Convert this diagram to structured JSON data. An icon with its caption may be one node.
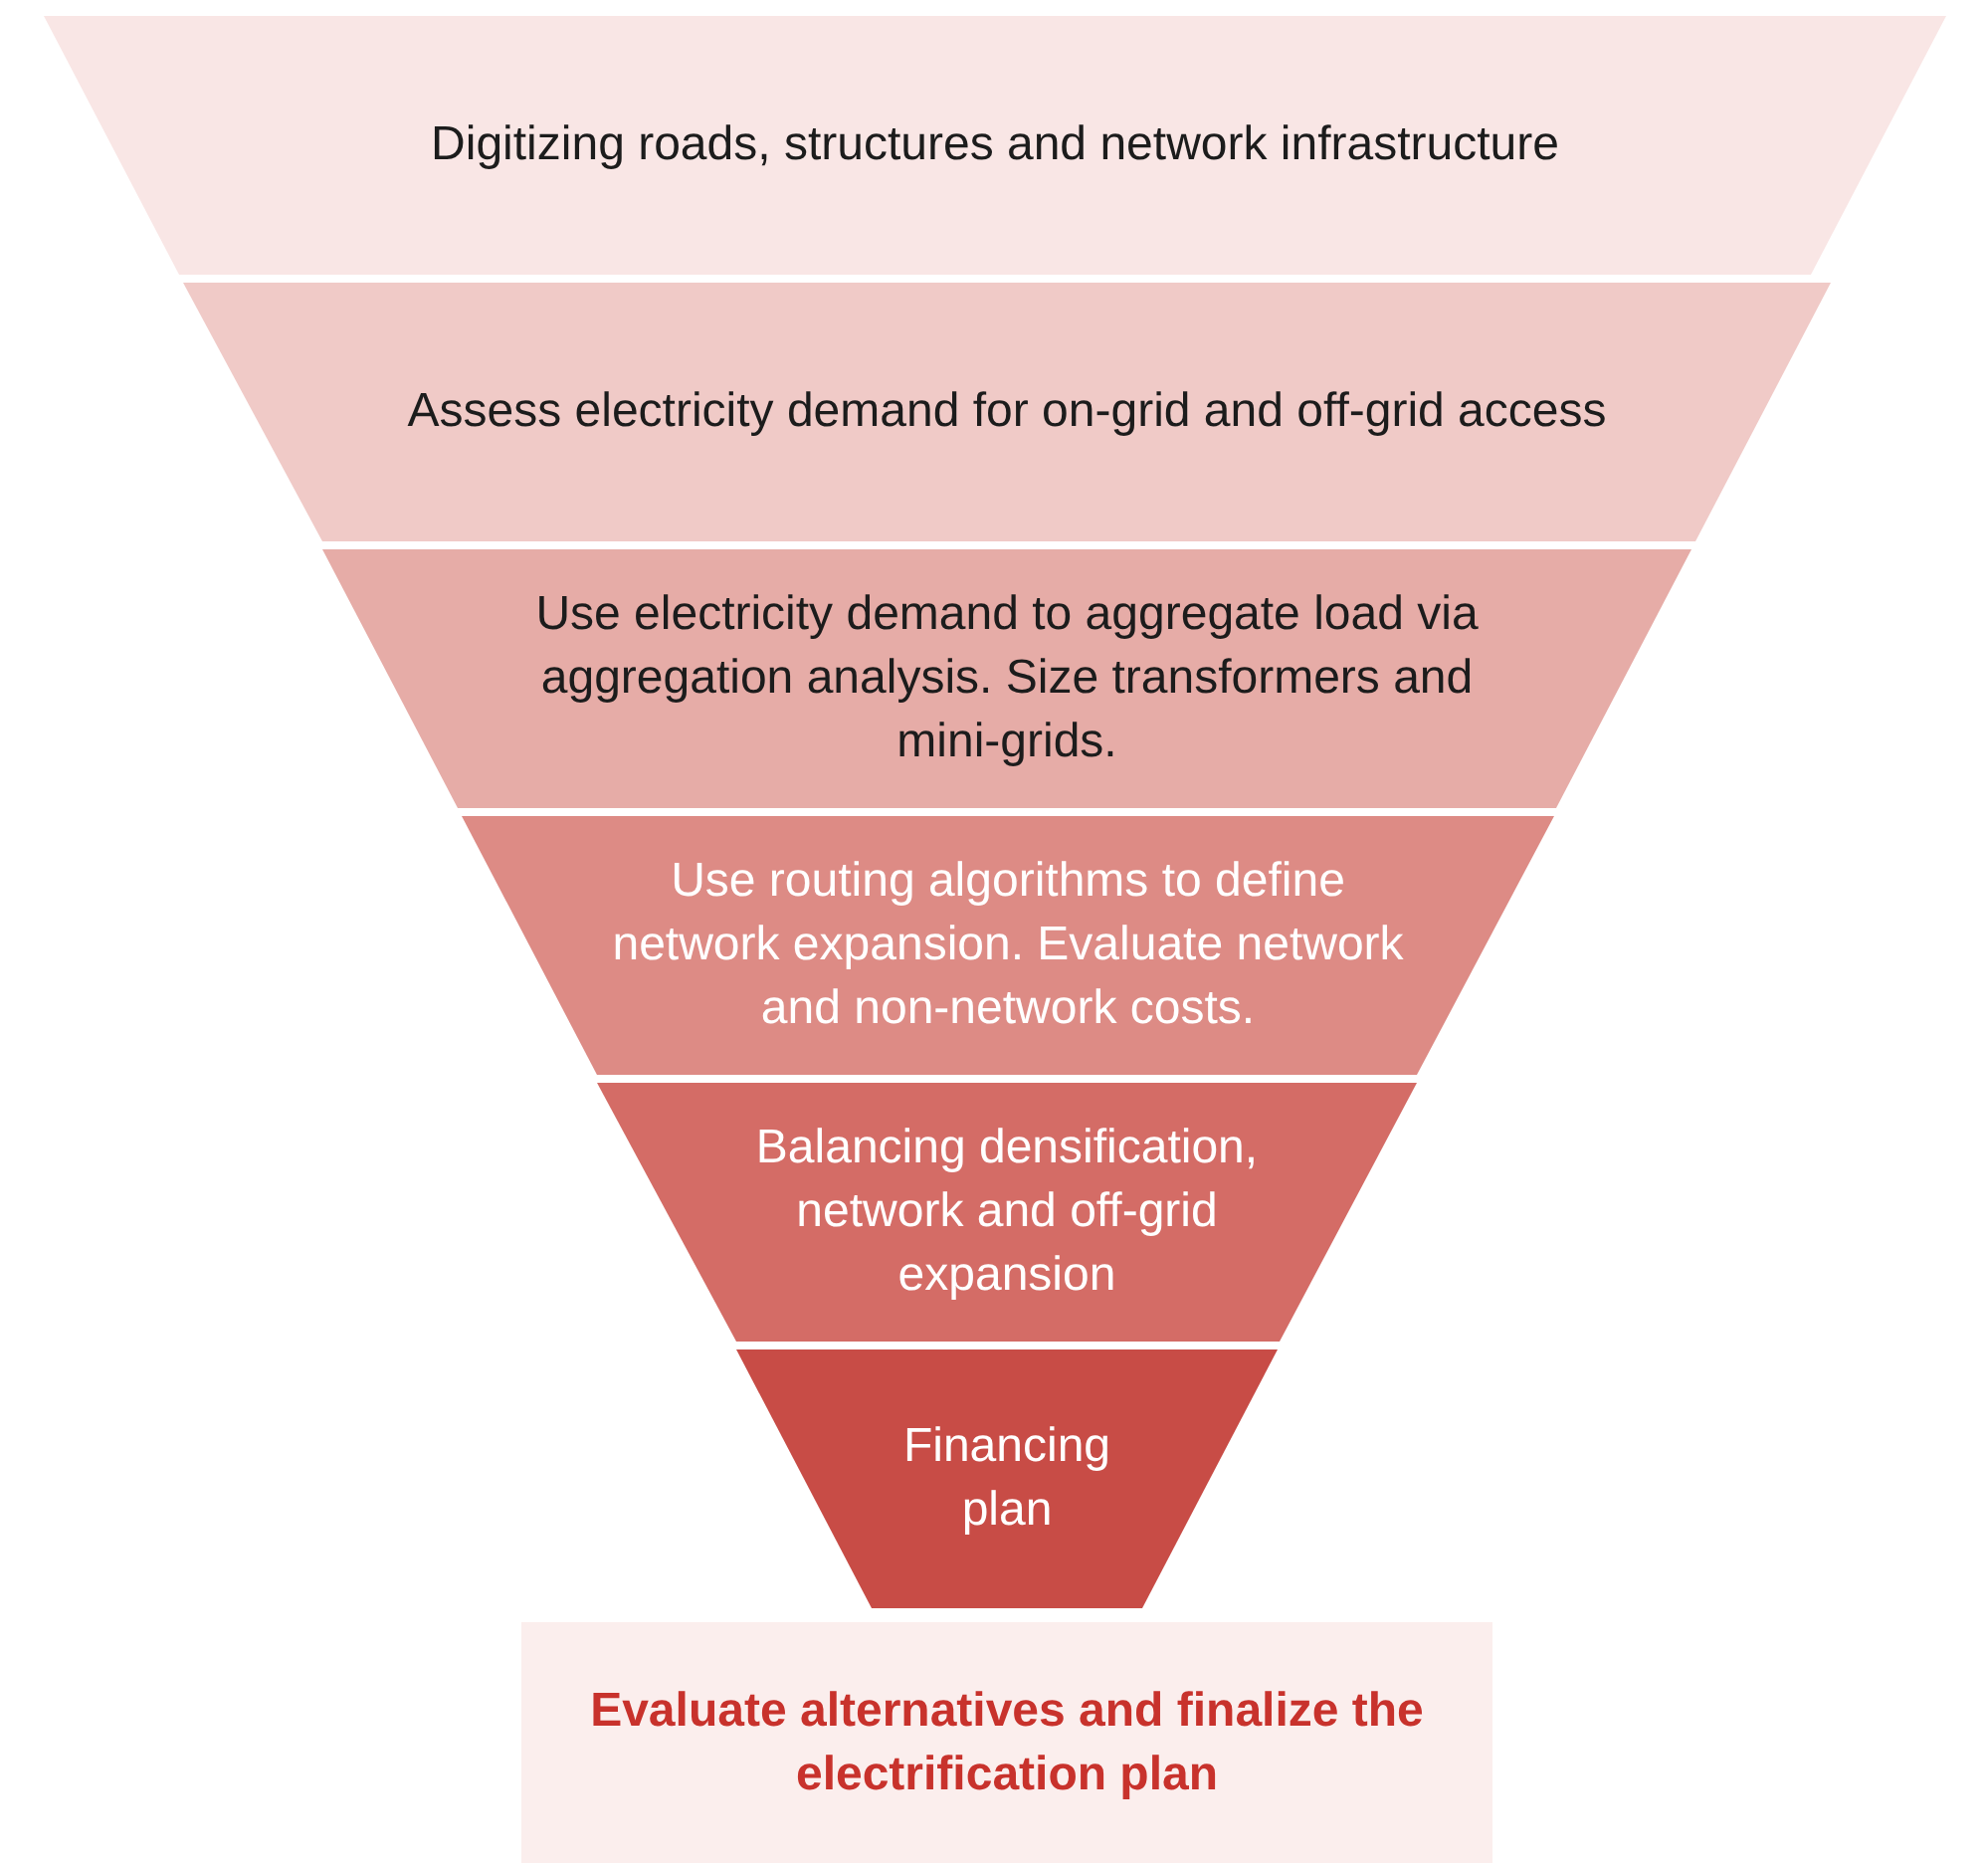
{
  "diagram": {
    "nodes": [
      {
        "text": [
          "Digitizing roads, structures and network infrastructure"
        ]
      },
      {
        "text": [
          "Assess electricity demand for on-grid and off-grid access"
        ]
      },
      {
        "text": [
          "Use electricity demand to aggregate load via aggregation analysis. Size transformers and mini-grids."
        ]
      },
      {
        "text": [
          "Use routing algorithms to define network expansion. Evaluate network and non-network costs."
        ]
      },
      {
        "text": [
          "Balancing densification, network and off-grid expansion"
        ]
      },
      {
        "text": [
          "Financing plan"
        ]
      },
      {
        "text": [
          "Evaluate alternatives and finalize the electrification plan"
        ]
      }
    ]
  }
}
